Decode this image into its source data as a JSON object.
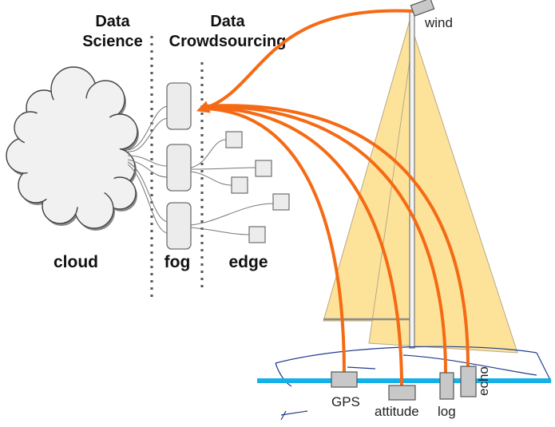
{
  "headers": {
    "data_science_line1": "Data",
    "data_science_line2": "Science",
    "data_crowdsourcing_line1": "Data",
    "data_crowdsourcing_line2": "Crowdsourcing"
  },
  "zones": {
    "cloud": "cloud",
    "fog": "fog",
    "edge": "edge"
  },
  "sensors": {
    "wind": "wind",
    "gps": "GPS",
    "attitude": "attitude",
    "log": "log",
    "echo": "echo"
  },
  "colors": {
    "arrow": "#f56a14",
    "sail": "#fde29a",
    "water": "#16b0e8",
    "boat_outline": "#203c8c",
    "node_fill": "#ececec",
    "node_stroke": "#6f6f6f",
    "divider": "#5a5a5a"
  }
}
